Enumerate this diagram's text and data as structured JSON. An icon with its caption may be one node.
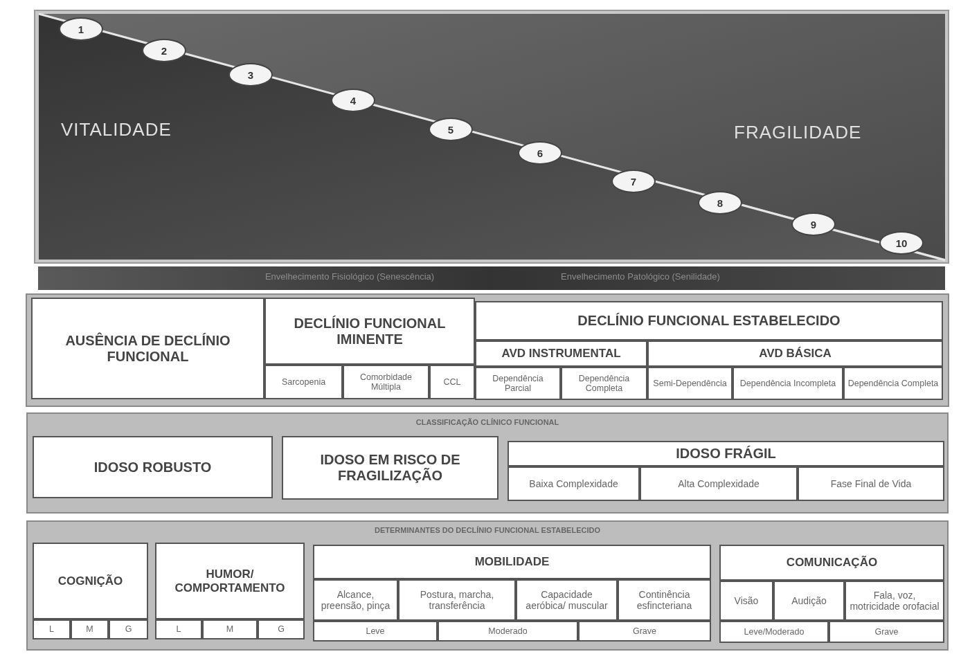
{
  "diagram": {
    "nodes": [
      {
        "text": [
          "1"
        ]
      },
      {
        "text": [
          "2"
        ]
      },
      {
        "text": [
          "3"
        ]
      },
      {
        "text": [
          "4"
        ]
      },
      {
        "text": [
          "5"
        ]
      },
      {
        "text": [
          "6"
        ]
      },
      {
        "text": [
          "7"
        ]
      },
      {
        "text": [
          "8"
        ]
      },
      {
        "text": [
          "9"
        ]
      },
      {
        "text": [
          "10"
        ]
      },
      {
        "text": [
          "AUSÊNCIA DE DECLÍNIO FUNCIONAL"
        ]
      },
      {
        "text": [
          "DECLÍNIO FUNCIONAL IMINENTE"
        ]
      },
      {
        "text": [
          "DECLÍNIO FUNCIONAL ESTABELECIDO"
        ]
      },
      {
        "text": [
          "AVD INSTRUMENTAL"
        ]
      },
      {
        "text": [
          "AVD BÁSICA"
        ]
      },
      {
        "text": [
          "Sarcopenia"
        ]
      },
      {
        "text": [
          "Comorbidade Múltipla"
        ]
      },
      {
        "text": [
          "CCL"
        ]
      },
      {
        "text": [
          "Dependência Parcial"
        ]
      },
      {
        "text": [
          "Dependência Completa"
        ]
      },
      {
        "text": [
          "Semi-Dependência"
        ]
      },
      {
        "text": [
          "Dependência Incompleta"
        ]
      },
      {
        "text": [
          "Dependência Completa"
        ]
      },
      {
        "text": [
          "CLASSIFICAÇÃO CLÍNICO FUNCIONAL"
        ]
      },
      {
        "text": [
          "IDOSO ROBUSTO"
        ],
        "in": 23
      },
      {
        "text": [
          "IDOSO EM RISCO DE FRAGILIZAÇÃO"
        ],
        "in": 23
      },
      {
        "text": [
          "IDOSO FRÁGIL"
        ],
        "in": 23
      },
      {
        "text": [
          "Baixa Complexidade"
        ],
        "in": 23
      },
      {
        "text": [
          "Alta Complexidade"
        ],
        "in": 23
      },
      {
        "text": [
          "Fase Final de Vida"
        ],
        "in": 23
      },
      {
        "text": [
          "DETERMINANTES DO DECLÍNIO FUNCIONAL ESTABELECIDO"
        ]
      },
      {
        "text": [
          "COGNIÇÃO"
        ],
        "in": 30
      },
      {
        "text": [
          "L"
        ],
        "in": 30
      },
      {
        "text": [
          "M"
        ],
        "in": 30
      },
      {
        "text": [
          "G"
        ],
        "in": 30
      },
      {
        "text": [
          "HUMOR/ COMPORTAMENTO"
        ],
        "in": 30
      },
      {
        "text": [
          "L"
        ],
        "in": 30
      },
      {
        "text": [
          "M"
        ],
        "in": 30
      },
      {
        "text": [
          "G"
        ],
        "in": 30
      },
      {
        "text": [
          "MOBILIDADE"
        ],
        "in": 30
      },
      {
        "text": [
          "Alcance, preensão, pinça"
        ],
        "in": 30
      },
      {
        "text": [
          "Postura, marcha, transferência"
        ],
        "in": 30
      },
      {
        "text": [
          "Capacidade aeróbica/ muscular"
        ],
        "in": 30
      },
      {
        "text": [
          "Continência esfincteriana"
        ],
        "in": 30
      },
      {
        "text": [
          "Leve"
        ],
        "in": 30
      },
      {
        "text": [
          "Moderado"
        ],
        "in": 30
      },
      {
        "text": [
          "Grave"
        ],
        "in": 30
      },
      {
        "text": [
          "COMUNICAÇÃO"
        ],
        "in": 30
      },
      {
        "text": [
          "Visão"
        ],
        "in": 30
      },
      {
        "text": [
          "Audição"
        ],
        "in": 30
      },
      {
        "text": [
          "Fala, voz, motricidade orofacial"
        ],
        "in": 30
      },
      {
        "text": [
          "Leve/Moderado"
        ],
        "in": 30
      },
      {
        "text": [
          "Grave"
        ],
        "in": 30
      }
    ],
    "labels": [
      "VITALIDADE",
      "FRAGILIDADE",
      "Envelhecimento Fisiológico (Senescência)",
      "Envelhecimento Patológico (Senilidade)"
    ]
  }
}
